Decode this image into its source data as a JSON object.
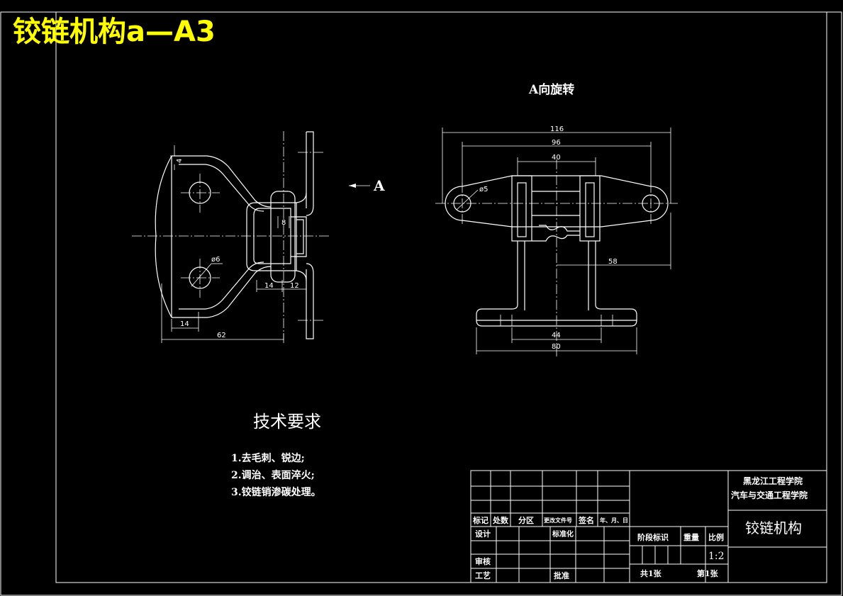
{
  "title": "铰链机构a—A3",
  "view_label": "A向旋转",
  "arrow_label": "A",
  "dimensions": {
    "left": {
      "d4": "4",
      "d8": "8",
      "phi6": "ø6",
      "d14a": "14",
      "d12": "12",
      "d14b": "14",
      "d62": "62"
    },
    "right": {
      "d116": "116",
      "d96": "96",
      "d40": "40",
      "phi5": "ø5",
      "d58": "58",
      "d44": "44",
      "d80": "80"
    }
  },
  "requirements": {
    "heading": "技术要求",
    "items": [
      "1.去毛刺、锐边;",
      "2.调治、表面淬火;",
      "3.铰链销渗碳处理。"
    ]
  },
  "title_block": {
    "school_line1": "黑龙江工程学院",
    "school_line2": "汽车与交通工程学院",
    "drawing_name": "铰链机构",
    "header_row": [
      "标记",
      "处数",
      "分区",
      "更改文件号",
      "签名",
      "年、月、日"
    ],
    "design": "设计",
    "standardize": "标准化",
    "review": "审核",
    "craft": "工艺",
    "approve": "批准",
    "stage_mark": "阶段标识",
    "weight": "重量",
    "ratio_label": "比例",
    "ratio_value": "1:2",
    "total_sheets": "共1张",
    "sheet_no": "第1张"
  },
  "colors": {
    "background": "#000000",
    "lines": "#ffffff",
    "title": "#ffff00"
  }
}
